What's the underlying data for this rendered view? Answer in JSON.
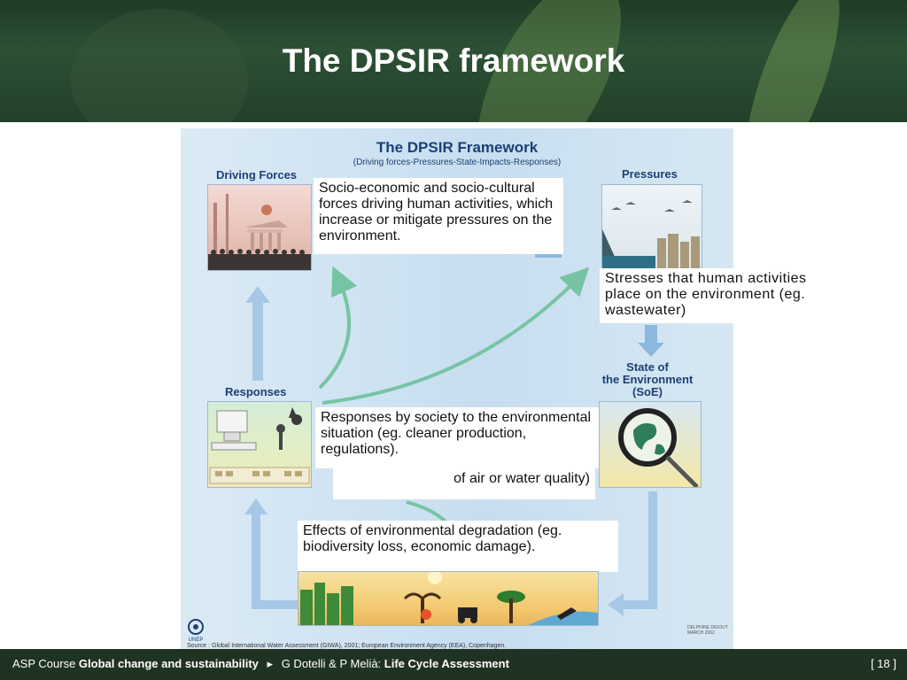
{
  "slide": {
    "title": "The DPSIR framework"
  },
  "figure": {
    "title": "The DPSIR Framework",
    "subtitle": "(Driving forces-Pressures-State-Impacts-Responses)",
    "nodes": {
      "driving_forces": {
        "label": "Driving Forces",
        "description": "Socio-economic and socio-cultural forces driving human activities, which increase or mitigate pressures on the environment."
      },
      "pressures": {
        "label": "Pressures",
        "description": "Stresses that human activities place on the environment (eg. wastewater)"
      },
      "state": {
        "label_line1": "State of",
        "label_line2": "the Environment",
        "label_line3": "(SoE)",
        "description": "of air or water quality)"
      },
      "responses": {
        "label": "Responses",
        "description": "Responses by society to the environmental situation (eg. cleaner production, regulations)."
      },
      "impacts": {
        "description": "Effects of environmental degradation (eg. biodiversity loss, economic damage)."
      }
    },
    "source": "Source : Global International Water Assessment (GIWA), 2001; European Environment Agency (EEA), Copenhagen.",
    "logo_text": "UNEP",
    "credit": "DELPHINE DIGOUT MARCH 2002"
  },
  "footer": {
    "course_prefix": "ASP Course",
    "course_name": "Global change and sustainability",
    "separator": "▸",
    "authors": "G Dotelli & P Melià:",
    "lecture": "Life Cycle Assessment",
    "page": "[ 18 ]"
  },
  "colors": {
    "header_bg": "#2d5034",
    "figure_bg": "#c7def0",
    "label_blue": "#1d3f74",
    "arrow_green": "#76c4a3",
    "arrow_blue": "#8cb8de",
    "footer_bg": "#1f3322"
  }
}
